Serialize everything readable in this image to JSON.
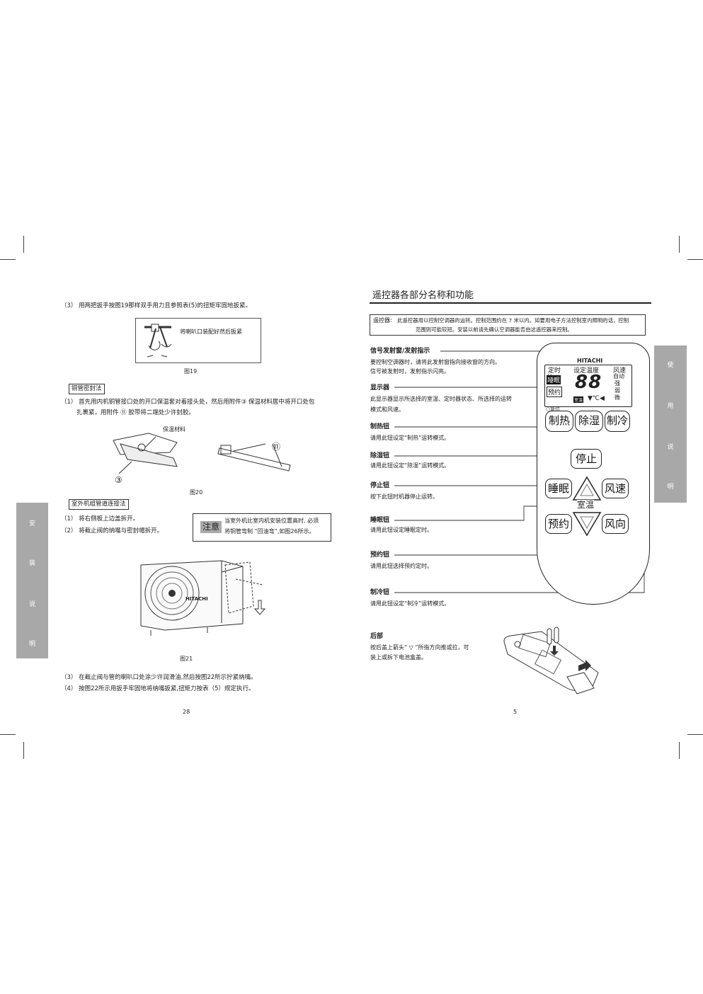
{
  "left": {
    "step3_top": "（3）    用两把扳手按图19那样双手用力且参照表(5)的扭矩牢固地扳紧。",
    "fig19_note": "将喇叭口装配好然后扳紧",
    "fig19_caption": "图19",
    "section_copper_seal": "铜管密封法",
    "copper_seal_1a": "（1）  首先用内机铜管接口处的开口保温套对着接头处，然后用附件③ 保温材料居中将开口处包",
    "copper_seal_1b": "扎裹紧，用附件 ⑪ 胶带将二端处少许封胶。",
    "fig20_label_insulation": "保温材料",
    "fig20_label_3": "③",
    "fig20_label_11": "⑪",
    "fig20_caption": "图20",
    "section_outdoor_pipe": "室外机组管道连接法",
    "outdoor_1": "（1）  将右侧板上边盖拆开。",
    "outdoor_2": "（2）  将截止阀的纳嘴与密封帽拆开。",
    "notice_tag": "注意",
    "notice_text_1": "当室外机比室内机安装位置高时, 必须",
    "notice_text_2": "将铜管弯制 “回油弯”,如图26所示。",
    "fig21_brand": "HITACHI",
    "fig21_caption": "图21",
    "step3_bottom": "（3）  在截止阀与管的喇叭口处涂少许润滑油,然后按图22所示拧紧纳嘴。",
    "step4_bottom": "（4）  按图22所示用扳手牢固地将纳嘴扳紧,扭矩力按表（5）规定执行。",
    "page_number": "28",
    "side_tab": [
      "安",
      "装",
      "说",
      "明"
    ]
  },
  "right": {
    "title": "遥控器各部分名称和功能",
    "intro_label": "遥控器:",
    "intro_1": "此遥控器用以控制空调器的运转。控制范围约在 7 米以内。如要用电子方法控制室内照明的话，控制",
    "intro_2": "范围则可能较短。安装以前请先确认空调器能否由这遥控器来控制。",
    "items": [
      {
        "head": "信号发射窗/发射指示",
        "l1": "要控制空调器时，请将此发射窗指向接收窗的方向。",
        "l2": "信号被发射时，发射指示闪亮。"
      },
      {
        "head": "显示器",
        "l1": "此显示器显示所选择的室温、定时器状态、所选择的运转",
        "l2": "模式和风速。"
      },
      {
        "head": "制热钮",
        "l1": "请用此钮设定“制热”运转模式。",
        "l2": ""
      },
      {
        "head": "除湿钮",
        "l1": "请用此钮设定“除湿”运转模式。",
        "l2": ""
      },
      {
        "head": "停止钮",
        "l1": "按下此钮时机器停止运转。",
        "l2": ""
      },
      {
        "head": "睡眠钮",
        "l1": "请用此钮设定睡眠定时。",
        "l2": ""
      },
      {
        "head": "预约钮",
        "l1": "请用此钮选择预约定时。",
        "l2": ""
      },
      {
        "head": "制冷钮",
        "l1": "请用此钮设定“制冷”运转模式。",
        "l2": ""
      }
    ],
    "rear_head": "后部",
    "rear_1": "按后盖上箭头“ ▽ ”所指方向推或拉，可",
    "rear_2": "装上或拆下电池盒盖。",
    "page_number": "5",
    "side_tab": [
      "使",
      "用",
      "说",
      "明"
    ],
    "remote": {
      "brand": "HITACHI",
      "lcd_timer": "定时",
      "lcd_settemp": "设定温度",
      "lcd_fan": "风速",
      "lcd_sleep": "睡眠",
      "lcd_reserve": "预约",
      "lcd_reset": "○复位",
      "lcd_digits": "88",
      "lcd_auto": "自动",
      "lcd_high": "强",
      "lcd_weak": "弱",
      "lcd_micro": "微",
      "lcd_room": "室温",
      "lcd_deg": "▼℃◀",
      "btn_heat": "制热",
      "btn_dehumid": "除湿",
      "btn_cool": "制冷",
      "btn_stop": "停止",
      "btn_sleep": "睡眠",
      "btn_fanspeed": "风速",
      "btn_roomtemp": "室温",
      "btn_reserve": "预约",
      "btn_fandir": "风向"
    }
  }
}
